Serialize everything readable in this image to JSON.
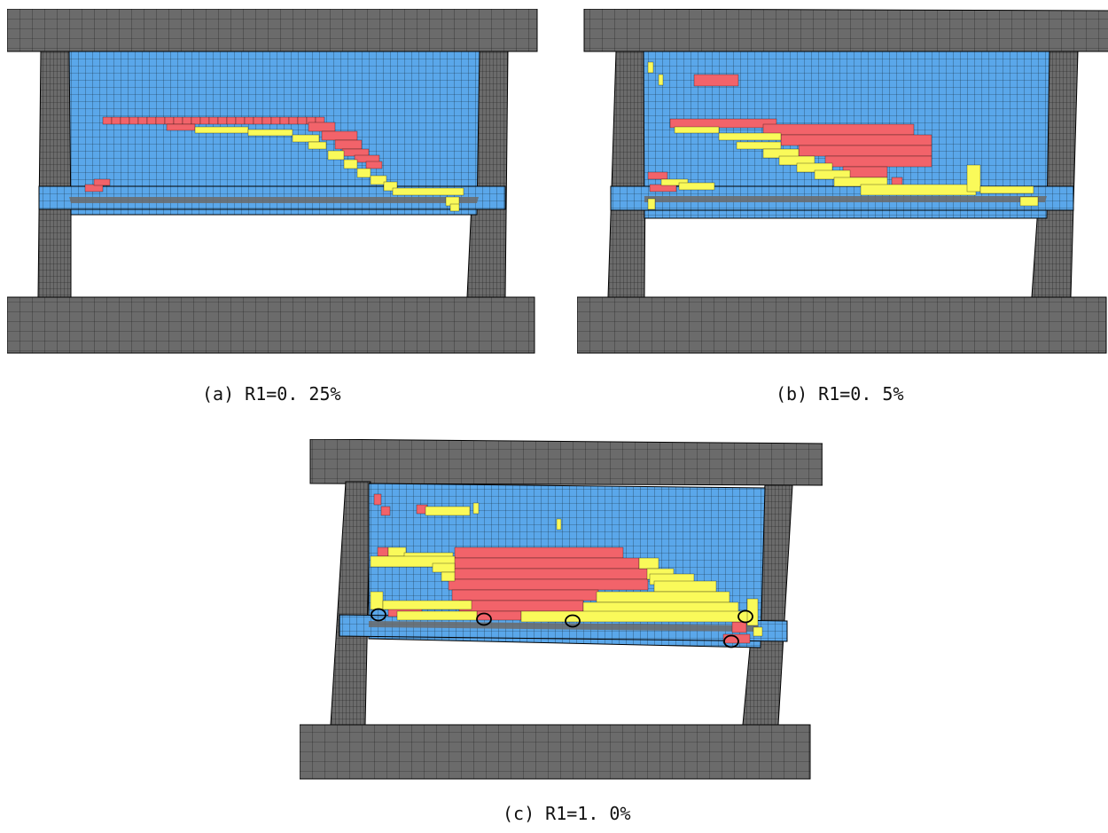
{
  "figure": {
    "colors": {
      "frame": "#6b6b6b",
      "mesh_line": "#000000",
      "uncracked": "#5aa7ea",
      "crack_type_a": "#f2636a",
      "crack_type_b": "#fafa5a",
      "marker": "#000000"
    },
    "panels": [
      {
        "id": "a",
        "caption": "(a)  R1=0. 25%"
      },
      {
        "id": "b",
        "caption": "(b)  R1=0. 5%"
      },
      {
        "id": "c",
        "caption": "(c)  R1=1. 0%"
      }
    ]
  }
}
